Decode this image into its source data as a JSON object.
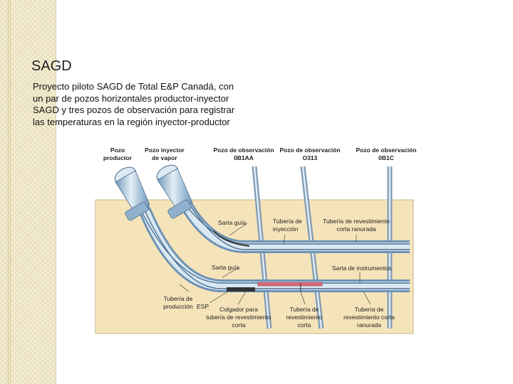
{
  "slide": {
    "title": "SAGD",
    "body": "Proyecto piloto SAGD de Total E&P Canadá, con un par de pozos horizontales productor-inyector SAGD y tres pozos de observación para registrar las temperaturas en la región inyector-productor"
  },
  "diagram": {
    "top_labels": {
      "producer_well": [
        "Pozo",
        "productor"
      ],
      "steam_injector": [
        "Pozo inyector",
        "de vapor"
      ],
      "obs_0b1aa": [
        "Pozo de observación",
        "0B1AA"
      ],
      "obs_0313": [
        "Pozo de observación",
        "O313"
      ],
      "obs_0b1c": [
        "Pozo de observación",
        "0B1C"
      ]
    },
    "labels": {
      "guide_string_upper": "Sarta guía",
      "injection_pipe": [
        "Tubería de",
        "inyección"
      ],
      "slotted_liner_upper": [
        "Tubería de revestimiento",
        "corta ranurada"
      ],
      "guide_string_lower": "Sarta guía",
      "instrument_string": "Sarta de instrumentos",
      "production_pipe": [
        "Tubería de",
        "producción"
      ],
      "esp": "ESP",
      "liner_hanger": [
        "Colgador para",
        "tubería de revestimiento",
        "corta"
      ],
      "short_liner": [
        "Tubería de",
        "revestimiento",
        "corta"
      ],
      "slotted_liner_lower": [
        "Tubería de",
        "revestimiento corta",
        "ranurada"
      ]
    },
    "colors": {
      "formation": "#f5e3ba",
      "pipe_blue": "#7ea7c8",
      "pipe_light": "#cfe0ee",
      "heater_red": "#d96a78",
      "observation_pipe": "#9ab5cb"
    }
  }
}
